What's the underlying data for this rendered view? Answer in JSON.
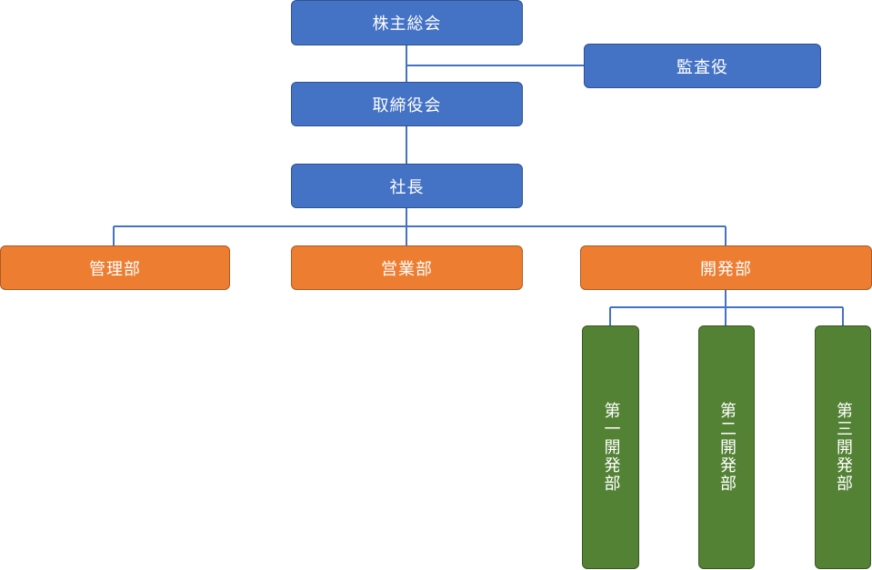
{
  "org_chart": {
    "shareholders": "株主総会",
    "auditor": "監査役",
    "board": "取締役会",
    "president": "社長",
    "departments": {
      "admin": "管理部",
      "sales": "営業部",
      "dev": "開発部"
    },
    "dev_sections": {
      "first": "第一開発部",
      "second": "第二開発部",
      "third": "第三開発部"
    }
  },
  "colors": {
    "executive": "#4472c4",
    "department": "#ed7d31",
    "section": "#548235",
    "connector": "#4472c4"
  }
}
